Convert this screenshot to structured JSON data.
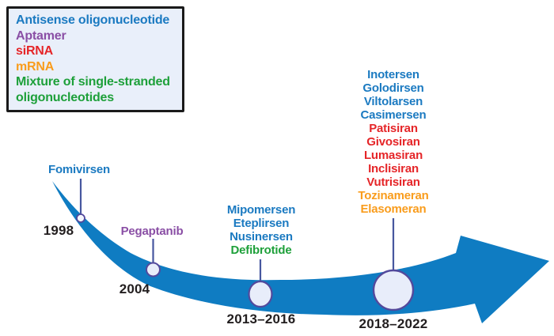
{
  "figure": {
    "type": "timeline-diagram",
    "background_color": "#ffffff",
    "arrow_color": "#0f7cc2",
    "stem_color": "#47579f",
    "circle_fill": "#e8edfa",
    "circle_stroke": "#53499c"
  },
  "legend": {
    "items": [
      {
        "label": "Antisense oligonucleotide",
        "color": "#1b7ac1"
      },
      {
        "label": "Aptamer",
        "color": "#8a4fa5"
      },
      {
        "label": "siRNA",
        "color": "#e52528"
      },
      {
        "label": "mRNA",
        "color": "#f99c1c"
      },
      {
        "label": "Mixture of single-stranded oligonucleotides",
        "color": "#1ea03a"
      }
    ]
  },
  "timeline": {
    "milestones": [
      {
        "year": "1998",
        "drugs": [
          {
            "name": "Fomivirsen",
            "color": "#1b7ac1"
          }
        ]
      },
      {
        "year": "2004",
        "drugs": [
          {
            "name": "Pegaptanib",
            "color": "#8a4fa5"
          }
        ]
      },
      {
        "year": "2013–2016",
        "drugs": [
          {
            "name": "Mipomersen",
            "color": "#1b7ac1"
          },
          {
            "name": "Eteplirsen",
            "color": "#1b7ac1"
          },
          {
            "name": "Nusinersen",
            "color": "#1b7ac1"
          },
          {
            "name": "Defibrotide",
            "color": "#1ea03a"
          }
        ]
      },
      {
        "year": "2018–2022",
        "drugs": [
          {
            "name": "Inotersen",
            "color": "#1b7ac1"
          },
          {
            "name": "Golodirsen",
            "color": "#1b7ac1"
          },
          {
            "name": "Viltolarsen",
            "color": "#1b7ac1"
          },
          {
            "name": "Casimersen",
            "color": "#1b7ac1"
          },
          {
            "name": "Patisiran",
            "color": "#e52528"
          },
          {
            "name": "Givosiran",
            "color": "#e52528"
          },
          {
            "name": "Lumasiran",
            "color": "#e52528"
          },
          {
            "name": "Inclisiran",
            "color": "#e52528"
          },
          {
            "name": "Vutrisiran",
            "color": "#e52528"
          },
          {
            "name": "Tozinameran",
            "color": "#f99c1c"
          },
          {
            "name": "Elasomeran",
            "color": "#f99c1c"
          }
        ]
      }
    ]
  }
}
